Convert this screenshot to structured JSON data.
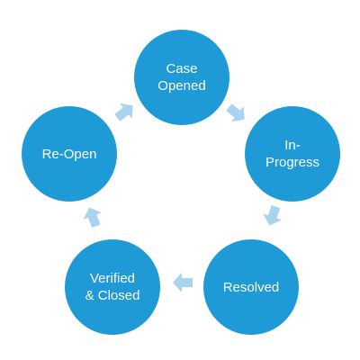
{
  "diagram": {
    "nodes": [
      {
        "id": "case-opened",
        "label": "Case\nOpened"
      },
      {
        "id": "in-progress",
        "label": "In-\nProgress"
      },
      {
        "id": "resolved",
        "label": "Resolved"
      },
      {
        "id": "verified-closed",
        "label": "Verified\n& Closed"
      },
      {
        "id": "re-open",
        "label": "Re-Open"
      }
    ],
    "edges": [
      {
        "from": "case-opened",
        "to": "in-progress"
      },
      {
        "from": "in-progress",
        "to": "resolved"
      },
      {
        "from": "resolved",
        "to": "verified-closed"
      },
      {
        "from": "verified-closed",
        "to": "re-open"
      },
      {
        "from": "re-open",
        "to": "case-opened"
      }
    ]
  },
  "colors": {
    "node_fill": "#1e9ad6",
    "node_text": "#ffffff",
    "arrow_fill": "#a9d4ef",
    "background": "#ffffff"
  },
  "icons": {
    "arrow": "block-arrow"
  }
}
